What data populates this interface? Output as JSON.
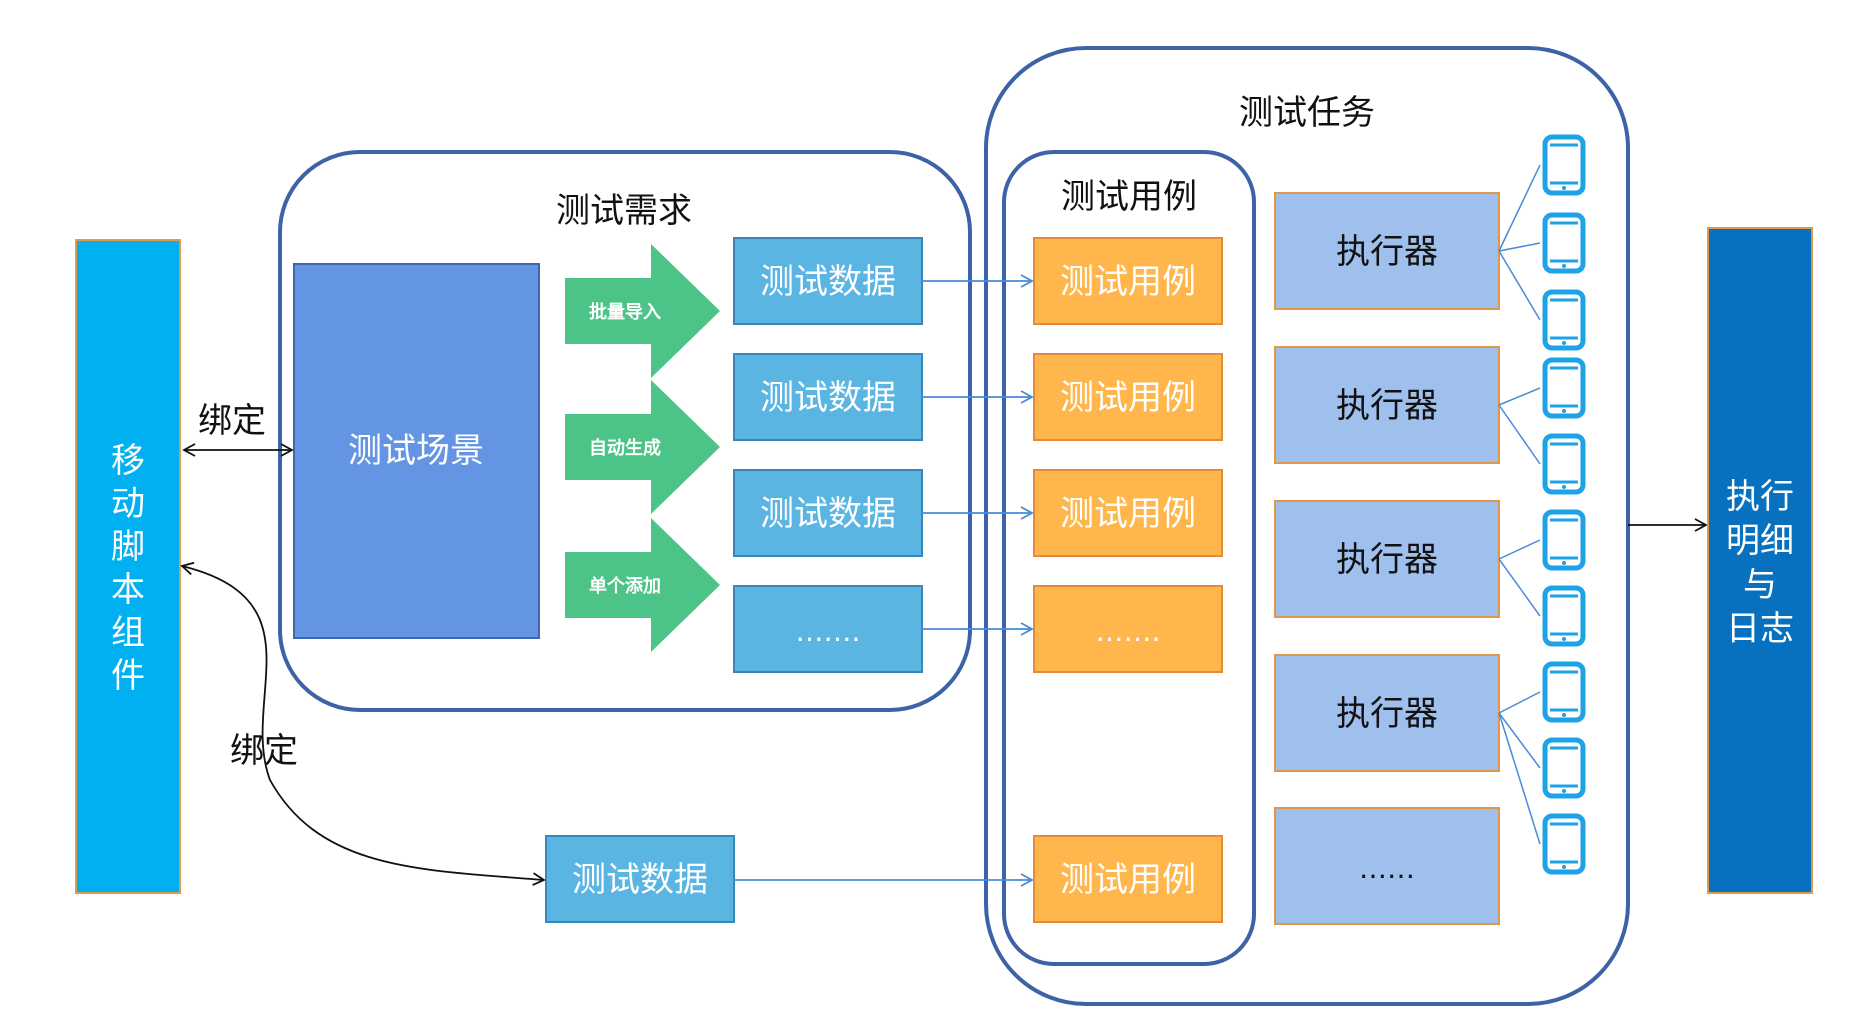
{
  "colors": {
    "container_border": "#3D63A6",
    "mobile_bar": "#00B0F0",
    "mobile_bar_border": "#E29A4A",
    "scene_box": "#6495E3",
    "scene_border": "#3F67B0",
    "green_arrow": "#4DC487",
    "data_box": "#5AB5E3",
    "data_border": "#3A86B8",
    "case_box": "#FFB74D",
    "case_border": "#E8893A",
    "executor_box": "#9FC0EC",
    "executor_border": "#E0964B",
    "detail_bar": "#0771BF",
    "device": "#1EA2E8",
    "link_line": "#4A8AD8",
    "black_line": "#111111"
  },
  "left_bar": {
    "label": "移动脚本组件",
    "chars": [
      "移",
      "动",
      "脚",
      "本",
      "组",
      "件"
    ]
  },
  "right_bar": {
    "label": "执行明细与日志",
    "lines": [
      "执行",
      "明细",
      "与",
      "日志"
    ]
  },
  "test_requirement": {
    "title": "测试需求",
    "scene": "测试场景",
    "arrows": [
      "批量导入",
      "自动生成",
      "单个添加"
    ],
    "data_boxes": [
      "测试数据",
      "测试数据",
      "测试数据",
      "……."
    ]
  },
  "test_task": {
    "title": "测试任务",
    "case_group_title": "测试用例",
    "cases": [
      "测试用例",
      "测试用例",
      "测试用例",
      "……."
    ],
    "bottom_case": "测试用例",
    "executors": [
      "执行器",
      "执行器",
      "执行器",
      "执行器",
      "……"
    ]
  },
  "bottom_data": "测试数据",
  "bind_labels": [
    "绑定",
    "绑定"
  ],
  "icons": [
    "mobile-device-icon"
  ]
}
